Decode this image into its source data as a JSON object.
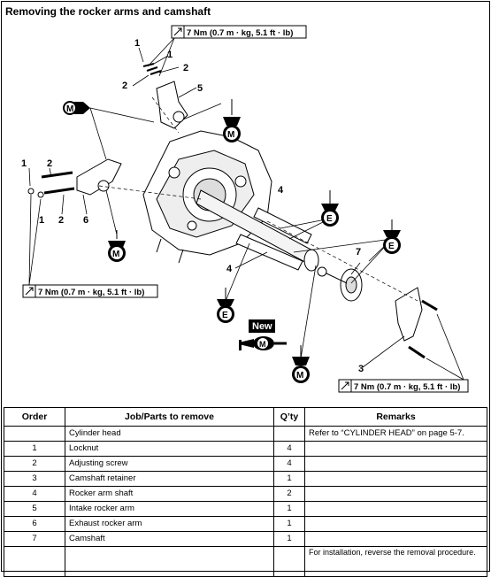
{
  "title": "Removing the rocker arms and camshaft",
  "torque": {
    "top": "7 Nm (0.7 m · kg, 5.1 ft · lb)",
    "left": "7 Nm (0.7 m · kg, 5.1 ft · lb)",
    "bottom": "7 Nm (0.7 m · kg, 5.1 ft · lb)"
  },
  "callouts": {
    "c1a": "1",
    "c1b": "1",
    "c2a": "2",
    "c2b": "2",
    "c5": "5",
    "c1c": "1",
    "c2c": "2",
    "c1d": "1",
    "c2d": "2",
    "c6": "6",
    "c4a": "4",
    "c4b": "4",
    "c7": "7",
    "c3": "3"
  },
  "symbols": {
    "m": "M",
    "e": "E",
    "new": "New"
  },
  "table": {
    "headers": [
      "Order",
      "Job/Parts to remove",
      "Q’ty",
      "Remarks"
    ],
    "rows": [
      {
        "order": "",
        "job": "Cylinder head",
        "qty": "",
        "remarks": "Refer to “CYLINDER HEAD” on page 5-7."
      },
      {
        "order": "1",
        "job": "Locknut",
        "qty": "4",
        "remarks": ""
      },
      {
        "order": "2",
        "job": "Adjusting screw",
        "qty": "4",
        "remarks": ""
      },
      {
        "order": "3",
        "job": "Camshaft retainer",
        "qty": "1",
        "remarks": ""
      },
      {
        "order": "4",
        "job": "Rocker arm shaft",
        "qty": "2",
        "remarks": ""
      },
      {
        "order": "5",
        "job": "Intake rocker arm",
        "qty": "1",
        "remarks": ""
      },
      {
        "order": "6",
        "job": "Exhaust rocker arm",
        "qty": "1",
        "remarks": ""
      },
      {
        "order": "7",
        "job": "Camshaft",
        "qty": "1",
        "remarks": ""
      },
      {
        "order": "",
        "job": "",
        "qty": "",
        "remarks": "For installation, reverse the removal procedure."
      }
    ]
  }
}
